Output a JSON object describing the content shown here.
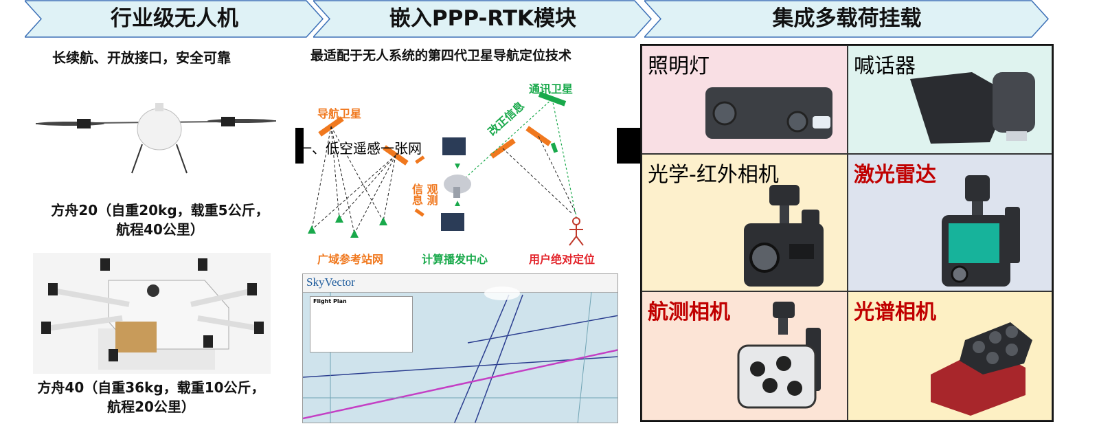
{
  "banners": {
    "left": "行业级无人机",
    "middle": "嵌入PPP-RTK模块",
    "right": "集成多载荷挂载"
  },
  "left": {
    "subtitle": "长续航、开放接口，安全可靠",
    "drone1_caption": "方舟20（自重20kg，载重5公斤，航程40公里）",
    "drone2_caption": "方舟40（自重36kg，载重10公斤，航程20公里）"
  },
  "middle": {
    "subtitle": "最适配于无人系统的第四代卫星导航定位技术",
    "overlay_text": "一、低空遥感一张网",
    "diagram": {
      "nav_sat": "导航卫星",
      "comm_sat": "通讯卫星",
      "correction": "改正信息",
      "observation_top": "信 观",
      "observation_bottom": "息 测",
      "ref_stations": "广域参考站网",
      "compute_center": "计算播发中心",
      "user_position": "用户绝对定位"
    },
    "skyvector": {
      "logo": "SkyVector",
      "panel_title": "Flight Plan"
    }
  },
  "payloads": [
    {
      "label": "照明灯",
      "style": "normal",
      "bg": "#f9dfe4"
    },
    {
      "label": "喊话器",
      "style": "normal",
      "bg": "#dff3ef"
    },
    {
      "label": "光学-红外相机",
      "style": "normal",
      "bg": "#fdf0cc"
    },
    {
      "label": "激光雷达",
      "style": "red",
      "bg": "#dde3ee"
    },
    {
      "label": "航测相机",
      "style": "red",
      "bg": "#fce4d6"
    },
    {
      "label": "光谱相机",
      "style": "red",
      "bg": "#fdf0c4"
    }
  ],
  "colors": {
    "banner_fill": "#dff2f6",
    "banner_stroke": "#3b6fb6",
    "accent_red": "#c00000"
  }
}
